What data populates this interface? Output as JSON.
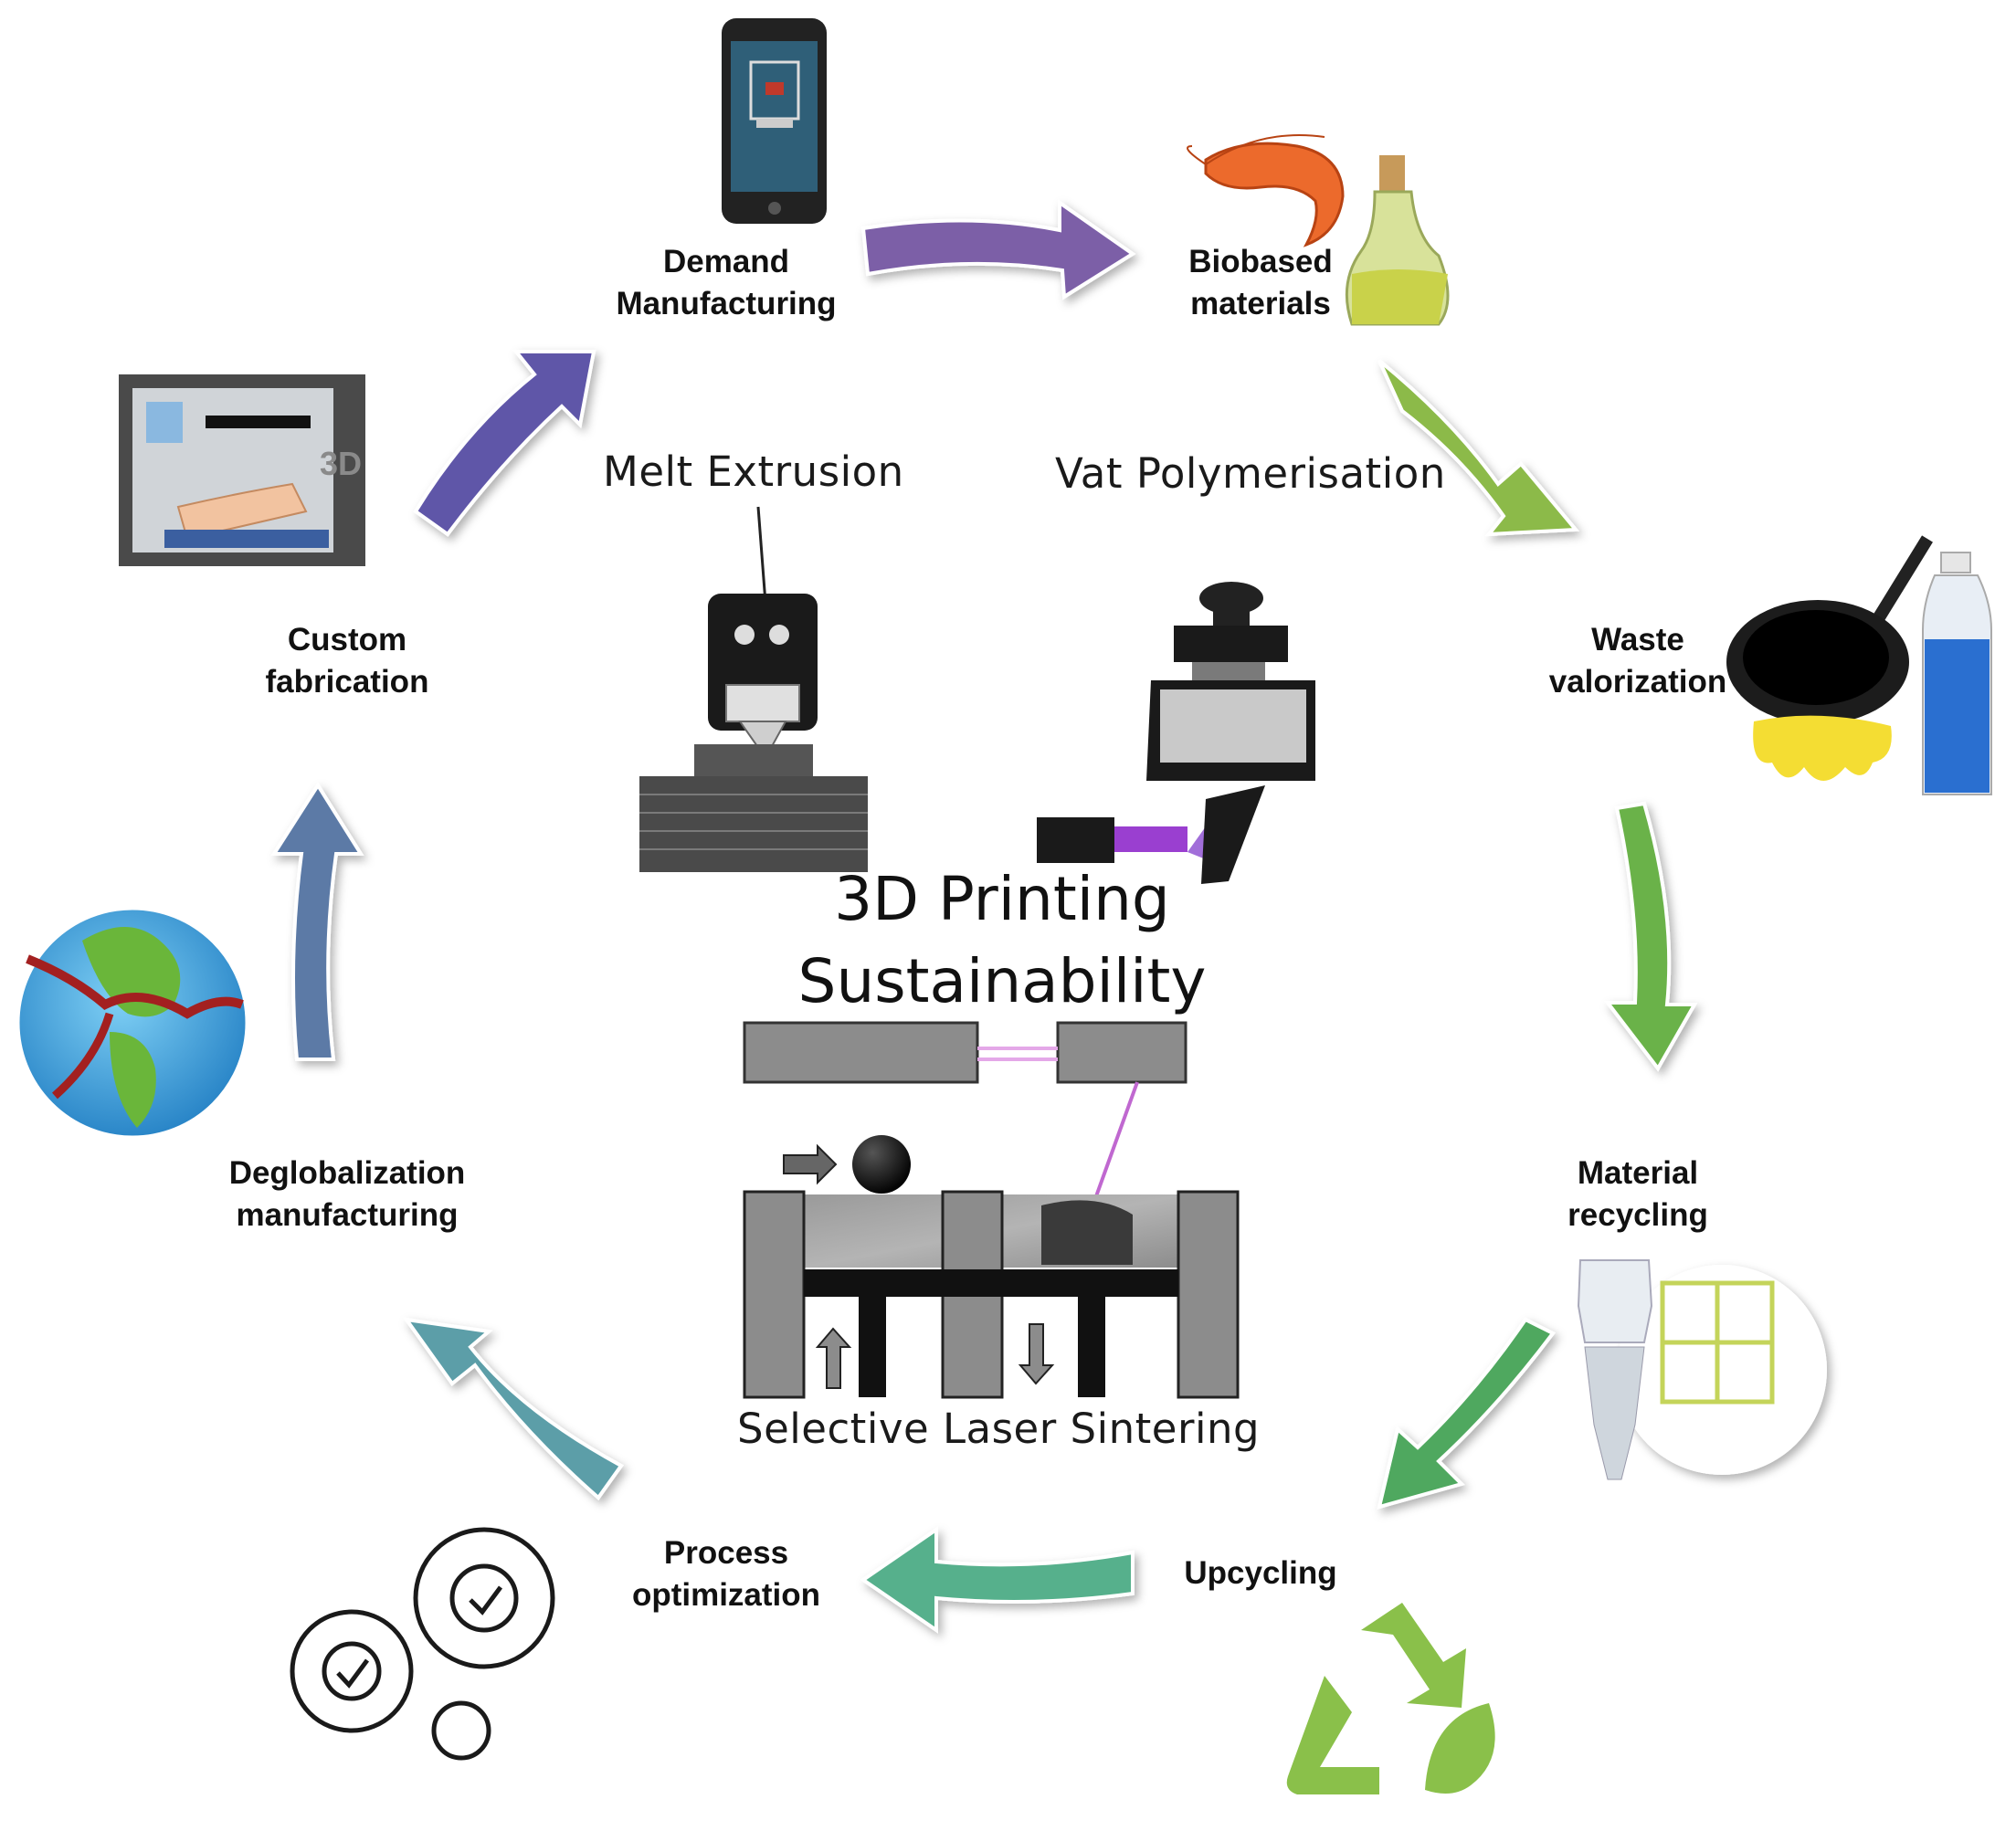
{
  "center_title": {
    "line1": "3D Printing",
    "line2": "Sustainability"
  },
  "technologies": {
    "melt_extrusion": "Melt Extrusion",
    "vat_polymerisation": "Vat  Polymerisation",
    "selective_laser_sintering": "Selective Laser Sintering"
  },
  "cycle_nodes": [
    {
      "id": "demand-manufacturing",
      "lines": [
        "Demand",
        "Manufacturing"
      ],
      "icon": "smartphone-3d-printer-icon"
    },
    {
      "id": "biobased-materials",
      "lines": [
        "Biobased",
        "materials"
      ],
      "icon": "shrimp-oil-bottle-icon"
    },
    {
      "id": "waste-valorization",
      "lines": [
        "Waste",
        "valorization"
      ],
      "icon": "frying-pan-water-bottle-icon"
    },
    {
      "id": "material-recycling",
      "lines": [
        "Material",
        "recycling"
      ],
      "icon": "shredded-bottle-puzzle-icon"
    },
    {
      "id": "upcycling",
      "lines": [
        "Upcycling"
      ],
      "icon": "recycle-leaf-icon"
    },
    {
      "id": "process-optimization",
      "lines": [
        "Process",
        "optimization"
      ],
      "icon": "gears-icon"
    },
    {
      "id": "deglobalization-manufacturing",
      "lines": [
        "Deglobalization",
        "manufacturing"
      ],
      "icon": "cracked-globe-icon"
    },
    {
      "id": "custom-fabrication",
      "lines": [
        "Custom",
        "fabrication"
      ],
      "icon": "3d-printed-prosthetic-arm-icon"
    }
  ],
  "arrow_colors": [
    "#7b5ea7",
    "#8cba4a",
    "#6ab24a",
    "#4fa85e",
    "#56b08c",
    "#5b9ea8",
    "#5b7aa6",
    "#5f56a8"
  ]
}
